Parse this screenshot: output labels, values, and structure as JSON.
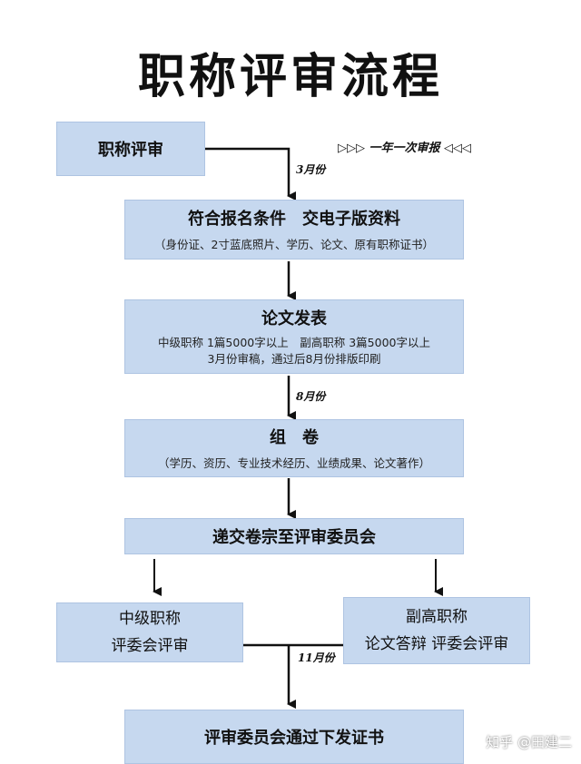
{
  "title": "职称评审流程",
  "side_note": "▷▷▷ 一年一次审报 ◁◁◁",
  "step_apply": {
    "label": "职称评审"
  },
  "step_conditions": {
    "label": "符合报名条件　交电子版资料",
    "detail": "（身份证、2寸蓝底照片、学历、论文、原有职称证书）"
  },
  "step_paper": {
    "label": "论文发表",
    "detail_1": "中级职称  1篇5000字以上　副高职称  3篇5000字以上",
    "detail_2": "3月份审稿，通过后8月份排版印刷"
  },
  "step_assemble": {
    "label": "组　卷",
    "detail": "（学历、资历、专业技术经历、业绩成果、论文著作）"
  },
  "step_submit": {
    "label": "递交卷宗至评审委员会"
  },
  "branch_mid": {
    "line_1": "中级职称",
    "line_2": "评委会评审"
  },
  "branch_senior": {
    "line_1": "副高职称",
    "line_2": "论文答辩  评委会评审"
  },
  "step_final": {
    "label": "评审委员会通过下发证书"
  },
  "month_labels": {
    "m3": "3月份",
    "m8": "8月份",
    "m11": "11月份"
  },
  "watermark": "知乎 @田建二"
}
